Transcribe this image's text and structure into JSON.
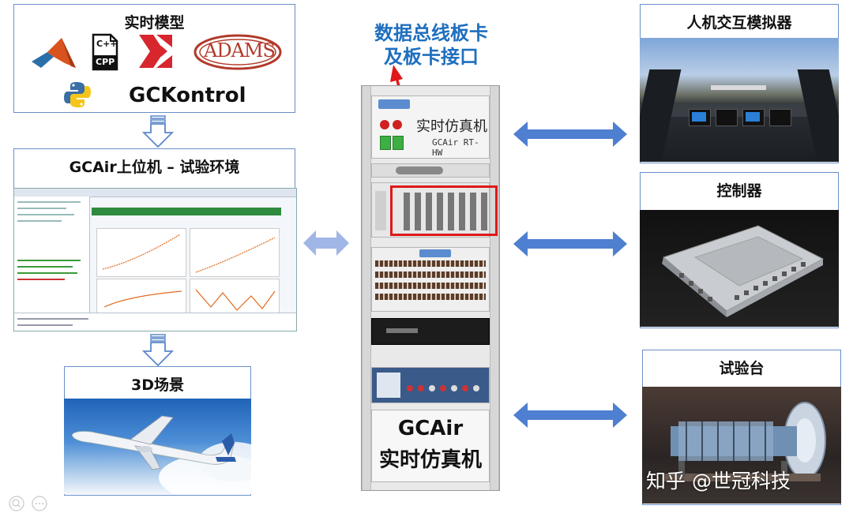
{
  "realtime_model": {
    "title": "实时模型",
    "cpp_logo_text_top": "C++",
    "cpp_logo_text_bottom": "CPP",
    "adams_logo_text": "ADAMS",
    "gckontrol_label": "GCKontrol"
  },
  "host": {
    "title": "GCAir上位机 – 试验环境"
  },
  "scene3d": {
    "title": "3D场景"
  },
  "bus_card": {
    "line1": "数据总线板卡",
    "line2": "及板卡接口"
  },
  "rack": {
    "unit_title": "实时仿真机",
    "unit_model": "GCAir RT-HW",
    "label_line1": "GCAir",
    "label_line2": "实时仿真机"
  },
  "hmi": {
    "title": "人机交互模拟器"
  },
  "controller": {
    "title": "控制器"
  },
  "testbed": {
    "title": "试验台"
  },
  "watermark": "知乎 @世冠科技",
  "colors": {
    "accent_blue": "#1f6fbf",
    "arrow_blue": "#4e7fd0",
    "arrow_light": "#9fb6e6",
    "highlight_red": "#e01818",
    "box_border": "#6a8fc8"
  }
}
